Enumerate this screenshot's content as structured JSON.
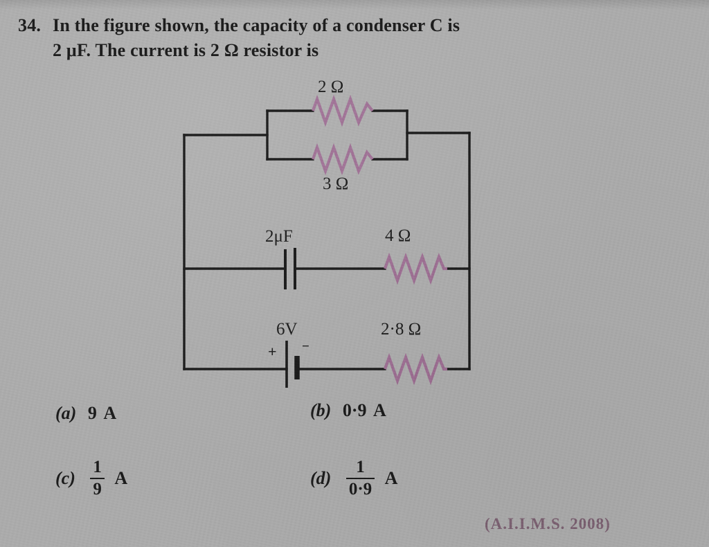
{
  "question": {
    "number": "34.",
    "line1": "In the figure shown, the capacity of a condenser C is",
    "line2": "2 μF. The current is 2 Ω resistor is"
  },
  "circuit": {
    "labels": {
      "r_top": "2 Ω",
      "r_bottom": "3 Ω",
      "capacitor": "2μF",
      "r_middle": "4 Ω",
      "battery": "6V",
      "r_lower": "2·8 Ω"
    },
    "battery_plus": "+",
    "battery_minus": "−",
    "wire_color": "#1d1d1d",
    "resistor_color": "#9c6f92"
  },
  "options": [
    {
      "tag": "(a)",
      "kind": "plain",
      "value": "9",
      "unit": "A"
    },
    {
      "tag": "(b)",
      "kind": "plain",
      "value": "0·9",
      "unit": "A"
    },
    {
      "tag": "(c)",
      "kind": "fraction",
      "numerator": "1",
      "denominator": "9",
      "unit": "A"
    },
    {
      "tag": "(d)",
      "kind": "fraction",
      "numerator": "1",
      "denominator": "0·9",
      "unit": "A"
    }
  ],
  "source": "(A.I.I.M.S. 2008)"
}
